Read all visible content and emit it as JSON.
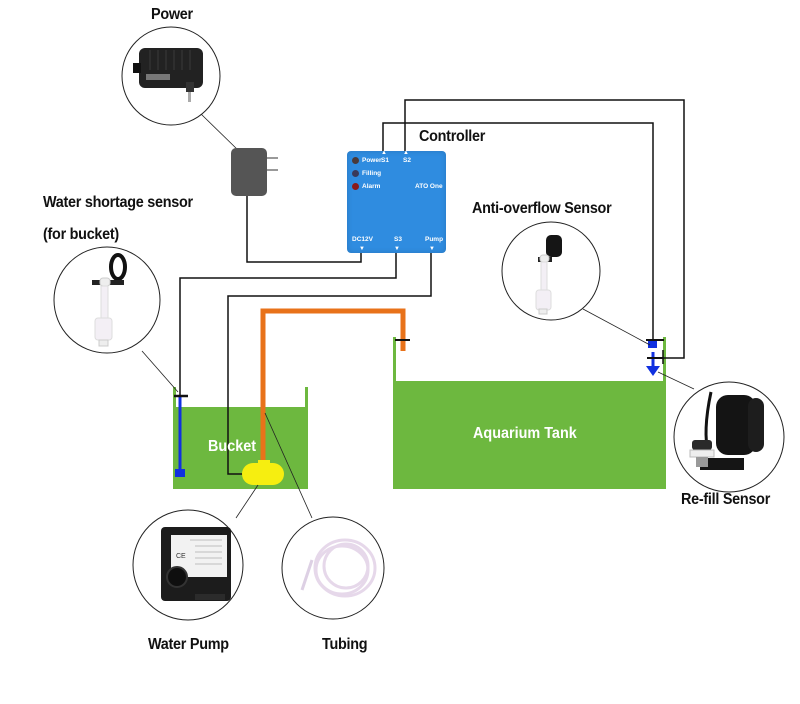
{
  "diagram": {
    "title_labels": {
      "power": "Power",
      "controller": "Controller",
      "water_shortage_sensor_line1": "Water shortage sensor",
      "water_shortage_sensor_line2": "(for bucket)",
      "anti_overflow_sensor": "Anti-overflow Sensor",
      "refill_sensor": "Re-fill Sensor",
      "water_pump": "Water Pump",
      "tubing": "Tubing"
    },
    "containers": {
      "bucket": "Bucket",
      "aquarium_tank": "Aquarium Tank"
    },
    "controller": {
      "indicators": [
        {
          "label": "Power",
          "color": "#4a3a3a"
        },
        {
          "label": "Filling",
          "color": "#3a3a5a"
        },
        {
          "label": "Alarm",
          "color": "#8a1a1a"
        }
      ],
      "model": "ATO One",
      "top_ports": [
        "S1",
        "S2"
      ],
      "bottom_ports": [
        "DC12V",
        "S3",
        "Pump"
      ]
    },
    "connections": [
      {
        "from": "Power adapter",
        "to": "DC12V"
      },
      {
        "from": "S1",
        "to": "Anti-overflow Sensor"
      },
      {
        "from": "S2",
        "to": "Re-fill Sensor"
      },
      {
        "from": "S3",
        "to": "Water shortage sensor"
      },
      {
        "from": "Pump",
        "to": "Water Pump"
      },
      {
        "from": "Water Pump",
        "to": "Aquarium Tank",
        "via": "Tubing"
      }
    ],
    "colors": {
      "water": "#6db83f",
      "controller": "#2f8ce0",
      "tubing": "#e8721a",
      "sensor": "#1030e0",
      "pump": "#f6ee10",
      "adapter": "#555555"
    }
  }
}
